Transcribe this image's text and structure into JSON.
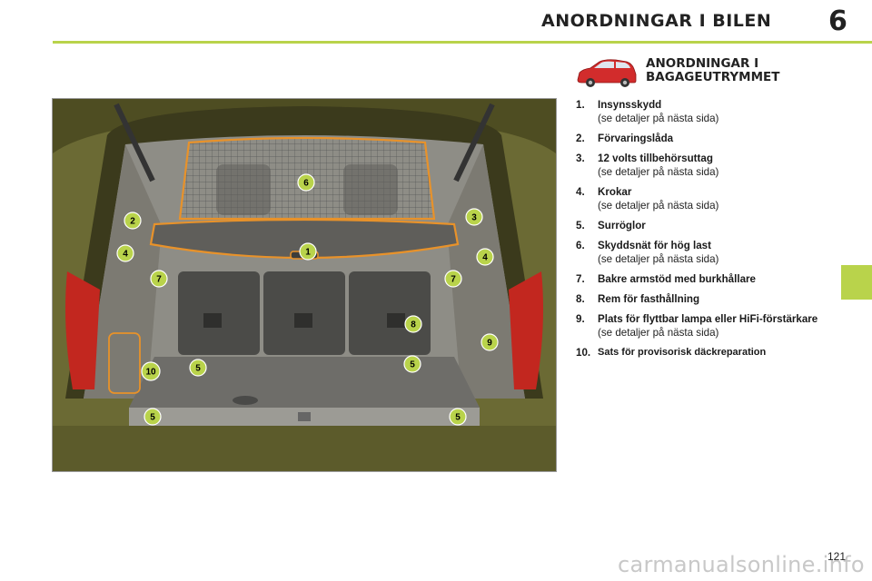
{
  "header": {
    "title": "ANORDNINGAR I BILEN",
    "chapter": "6"
  },
  "section": {
    "title_line1": "ANORDNINGAR I",
    "title_line2": "BAGAGEUTRYMMET"
  },
  "items": [
    {
      "num": "1.",
      "label": "Insynsskydd",
      "detail": "(se detaljer på nästa sida)"
    },
    {
      "num": "2.",
      "label": "Förvaringslåda"
    },
    {
      "num": "3.",
      "label": "12 volts tillbehörsuttag",
      "detail": "(se detaljer på nästa sida)"
    },
    {
      "num": "4.",
      "label": "Krokar",
      "detail": "(se detaljer på nästa sida)"
    },
    {
      "num": "5.",
      "label": "Surröglor"
    },
    {
      "num": "6.",
      "label": "Skyddsnät för hög last",
      "detail": "(se detaljer på nästa sida)"
    },
    {
      "num": "7.",
      "label": "Bakre armstöd med burkhållare"
    },
    {
      "num": "8.",
      "label": "Rem för fasthållning"
    },
    {
      "num": "9.",
      "label": "Plats för flyttbar lampa eller HiFi-förstärkare",
      "detail": "(se detaljer på nästa sida)"
    },
    {
      "num": "10.",
      "label": "Sats för provisorisk däckreparation"
    }
  ],
  "callouts": [
    "1",
    "2",
    "3",
    "4",
    "4",
    "5",
    "5",
    "5",
    "5",
    "6",
    "7",
    "7",
    "8",
    "9",
    "10"
  ],
  "page_number": "121",
  "watermark": "carmanualsonline.info",
  "colors": {
    "accent": "#b9d34b",
    "callout": "#b9d34b",
    "outline": "#e8922a",
    "body": "#5a5a2a"
  }
}
